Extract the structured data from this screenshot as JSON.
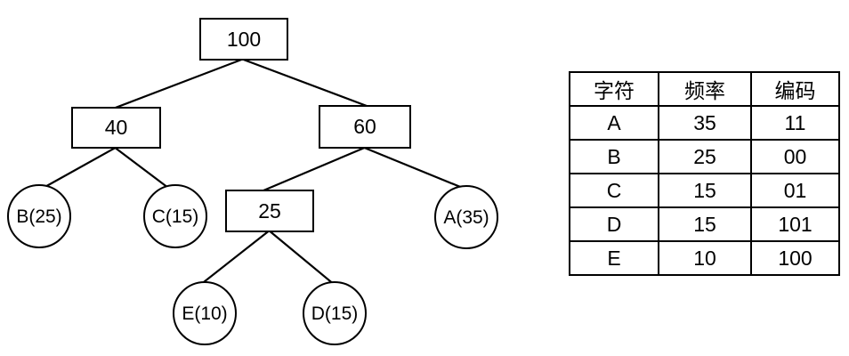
{
  "colors": {
    "ink": "#000000",
    "background": "#ffffff"
  },
  "tree": {
    "nodes": {
      "n100": {
        "label": "100"
      },
      "n40": {
        "label": "40"
      },
      "n60": {
        "label": "60"
      },
      "n25": {
        "label": "25"
      },
      "B": {
        "label": "B(25)"
      },
      "C": {
        "label": "C(15)"
      },
      "A": {
        "label": "A(35)"
      },
      "E": {
        "label": "E(10)"
      },
      "D": {
        "label": "D(15)"
      }
    }
  },
  "table": {
    "headers": [
      "字符",
      "频率",
      "编码"
    ],
    "rows": [
      [
        "A",
        "35",
        "11"
      ],
      [
        "B",
        "25",
        "00"
      ],
      [
        "C",
        "15",
        "01"
      ],
      [
        "D",
        "15",
        "101"
      ],
      [
        "E",
        "10",
        "100"
      ]
    ]
  }
}
